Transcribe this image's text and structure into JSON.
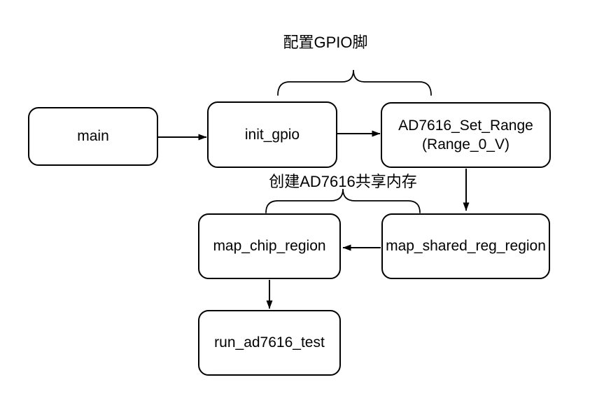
{
  "diagram": {
    "colors": {
      "background": "#ffffff",
      "stroke": "#000000",
      "text": "#000000"
    },
    "groups": [
      {
        "label": "配置GPIO脚",
        "covers": [
          "init_gpio",
          "AD7616_Set_Range(Range_0_V)"
        ]
      },
      {
        "label": "创建AD7616共享内存",
        "covers": [
          "map_chip_region",
          "map_shared_reg_region"
        ]
      }
    ],
    "nodes": {
      "main": {
        "label": "main"
      },
      "init_gpio": {
        "label": "init_gpio"
      },
      "set_range": {
        "label_line1": "AD7616_Set_Range",
        "label_line2": "(Range_0_V)"
      },
      "map_chip": {
        "label": "map_chip_region"
      },
      "map_shared": {
        "label": "map_shared_reg_region"
      },
      "run_test": {
        "label": "run_ad7616_test"
      }
    },
    "edges": [
      {
        "from": "main",
        "to": "init_gpio"
      },
      {
        "from": "init_gpio",
        "to": "AD7616_Set_Range(Range_0_V)"
      },
      {
        "from": "AD7616_Set_Range(Range_0_V)",
        "to": "map_shared_reg_region"
      },
      {
        "from": "map_shared_reg_region",
        "to": "map_chip_region"
      },
      {
        "from": "map_chip_region",
        "to": "run_ad7616_test"
      }
    ]
  }
}
